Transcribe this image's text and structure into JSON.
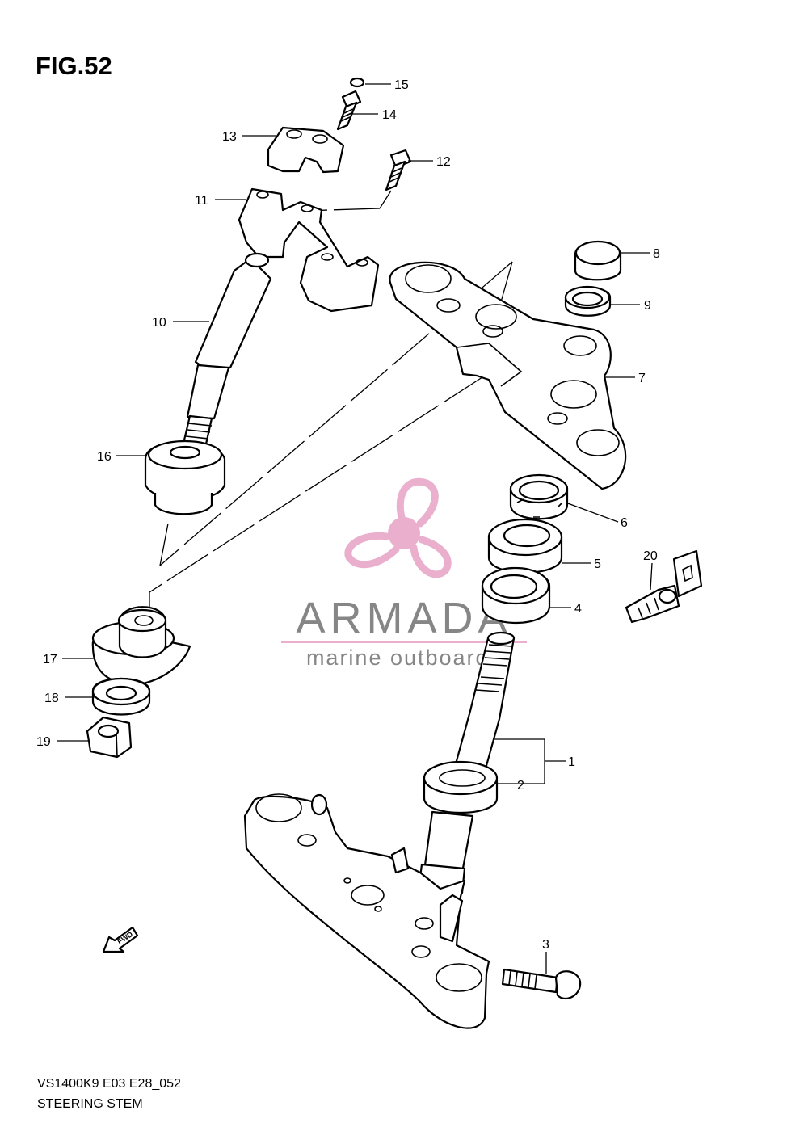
{
  "figure": {
    "title": "FIG.52"
  },
  "footer": {
    "code": "VS1400K9 E03 E28_052",
    "name": "STEERING STEM"
  },
  "fwd_label": "FWD",
  "watermark": {
    "brand": "ARMADA",
    "tagline": "marine outboards",
    "logo_color": "#e8a7c8",
    "text_color": "#7a7a7a"
  },
  "callouts": {
    "p1": "1",
    "p2": "2",
    "p3": "3",
    "p4": "4",
    "p5": "5",
    "p6": "6",
    "p7": "7",
    "p8": "8",
    "p9": "9",
    "p10": "10",
    "p11": "11",
    "p12": "12",
    "p13": "13",
    "p14": "14",
    "p15": "15",
    "p16": "16",
    "p17": "17",
    "p18": "18",
    "p19": "19",
    "p20": "20"
  }
}
